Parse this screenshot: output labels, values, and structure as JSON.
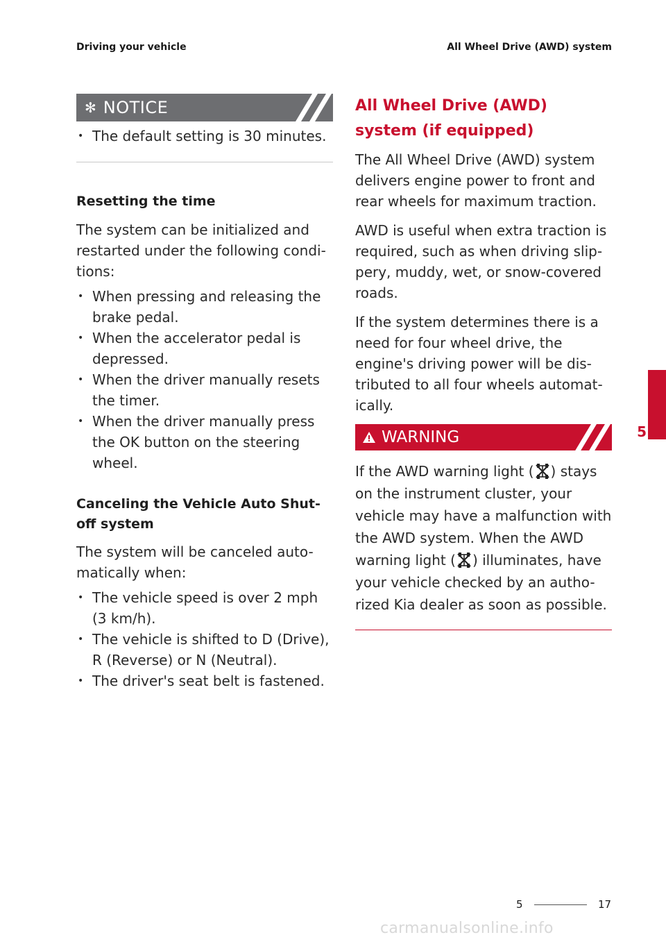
{
  "header": {
    "left": "Driving your vehicle",
    "right": "All Wheel Drive (AWD) system"
  },
  "left": {
    "notice": {
      "icon": "asterisk-icon",
      "title": "NOTICE",
      "bullets": [
        "The default setting is 30 minutes."
      ]
    },
    "resetting": {
      "heading": "Resetting the time",
      "intro": "The system can be initialized and restarted under the following condi-tions:",
      "bullets": [
        "When pressing and releasing the brake pedal.",
        "When the accelerator pedal is depressed.",
        "When the driver manually resets the timer.",
        "When the driver manually press the OK button on the steering wheel."
      ]
    },
    "canceling": {
      "heading": "Canceling the Vehicle Auto Shut-off system",
      "intro": "The system will be canceled auto-matically when:",
      "bullets": [
        "The vehicle speed is over 2 mph (3 km/h).",
        "The vehicle is shifted to D (Drive), R (Reverse) or N (Neutral).",
        "The driver's seat belt is fastened."
      ]
    }
  },
  "right": {
    "section_title": "All Wheel Drive (AWD) system (if equipped)",
    "paragraphs": [
      "The All Wheel Drive (AWD) system delivers engine power to front and rear wheels for maximum traction.",
      "AWD is useful when extra traction is required, such as when driving slip-pery, muddy, wet, or snow-covered roads.",
      "If the system determines there is a need for four wheel drive, the engine's driving power will be dis-tributed to all four wheels automat-ically."
    ],
    "warning": {
      "icon": "warning-triangle-icon",
      "title": "WARNING",
      "text_1": "If the AWD warning light (",
      "text_2": ") stays on the instrument cluster, your vehicle may have a malfunction with the AWD system. When the AWD warning light (",
      "text_3": ") illuminates, have your vehicle checked by an autho-rized Kia dealer as soon as possible.",
      "indicator_icon": "awd-warning-light-icon"
    }
  },
  "side_tab": {
    "number": "5"
  },
  "footer": {
    "section": "5",
    "page": "17",
    "watermark": "carmanualsonline.info"
  },
  "colors": {
    "accent_red": "#c8102e",
    "notice_gray": "#6d6e71"
  }
}
